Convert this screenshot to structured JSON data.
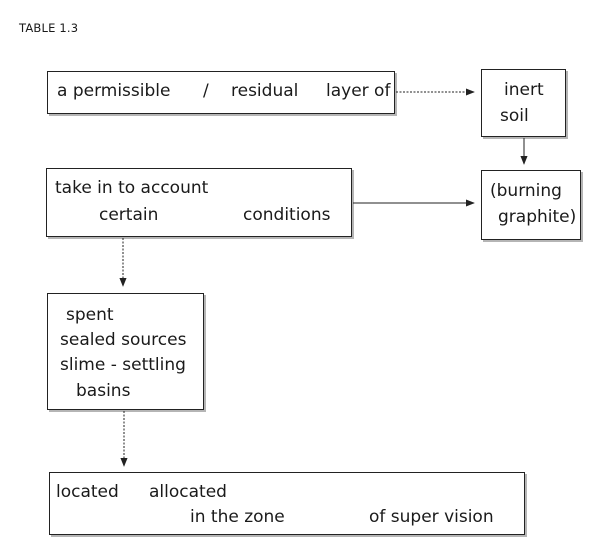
{
  "table_label": "TABLE 1.3",
  "box_layer": {
    "part1": "a permissible",
    "separator": "/",
    "part2": "residual",
    "part3": "layer of"
  },
  "box_soil": {
    "line1": "inert",
    "line2": "soil"
  },
  "box_account": {
    "line1": "take in to account",
    "line2_part1": "certain",
    "line2_part2": "conditions"
  },
  "box_graphite": {
    "line1": "(burning",
    "line2": "graphite)"
  },
  "box_sources": {
    "line1": "spent",
    "line2": "sealed sources",
    "line3": "slime - settling",
    "line4": "basins"
  },
  "box_located": {
    "line1_part1": "located",
    "line1_part2": "allocated",
    "line2_part1": "in the zone",
    "line2_part2": "of super vision"
  },
  "colors": {
    "stroke": "#222222",
    "shadow": "#b5b5b5",
    "text": "#1a1a1a"
  }
}
